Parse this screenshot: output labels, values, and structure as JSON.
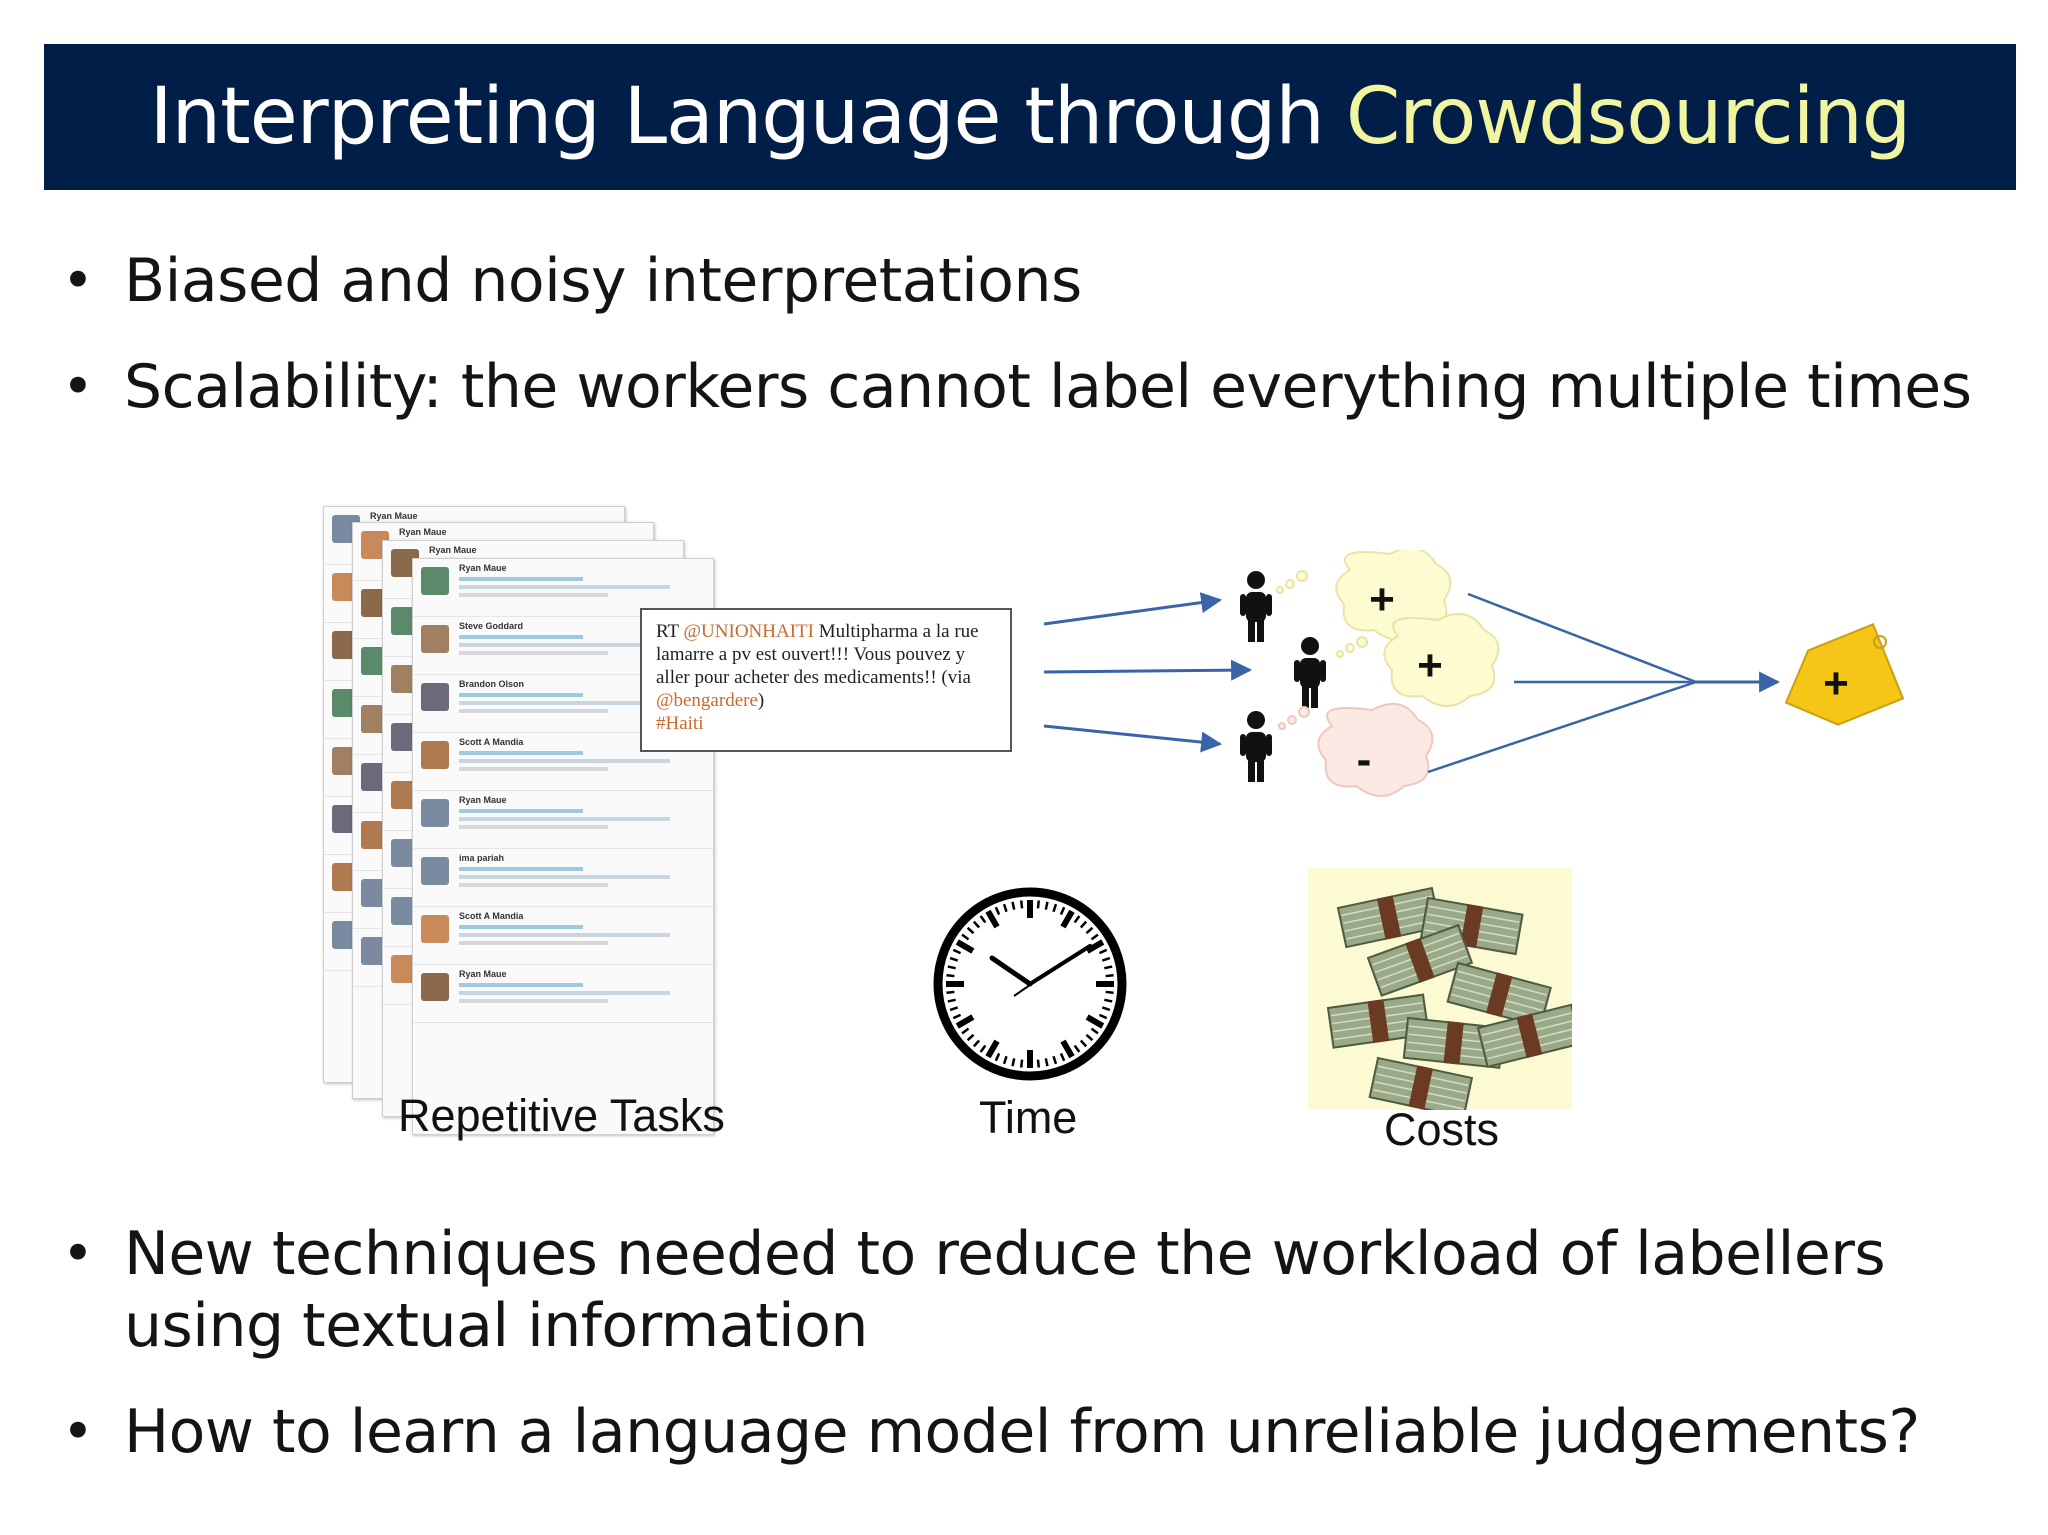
{
  "title": {
    "main": "Interpreting Language through",
    "accent": "Crowdsourcing"
  },
  "bullets_top": [
    "Biased and noisy interpretations",
    "Scalability: the workers cannot label everything multiple times"
  ],
  "bullets_bottom": [
    "New techniques needed to reduce the workload of labellers",
    "using textual information",
    "How to learn a language model from unreliable judgements?"
  ],
  "tweets": [
    {
      "name": "Ryan Maue"
    },
    {
      "name": "Steve Goddard"
    },
    {
      "name": "Brandon Olson"
    },
    {
      "name": "Scott A Mandia"
    },
    {
      "name": "Ryan Maue"
    },
    {
      "name": "ima pariah"
    },
    {
      "name": "Scott A Mandia"
    },
    {
      "name": "Ryan Maue"
    }
  ],
  "retweet": {
    "prefix": "RT ",
    "mention": "@UNIONHAITI",
    "text1": " Multipharma a la rue lamarre a pv est ouvert!!! Vous pouvez y aller pour acheter des medicaments!! (via ",
    "mention2": "@bengardere",
    "text2": ")",
    "hashtag": "#Haiti"
  },
  "labels": {
    "plus": "+",
    "minus": "-",
    "result": "+"
  },
  "captions": {
    "tasks": "Repetitive Tasks",
    "time": "Time",
    "costs": "Costs"
  },
  "colors": {
    "title_bg": "#001e47",
    "accent": "#f2f5a0",
    "arrow": "#3a64a8",
    "tag": "#f5c518"
  },
  "icons": [
    "person-icon",
    "thought-bubble-icon",
    "tag-icon",
    "clock-icon",
    "money-icon"
  ]
}
